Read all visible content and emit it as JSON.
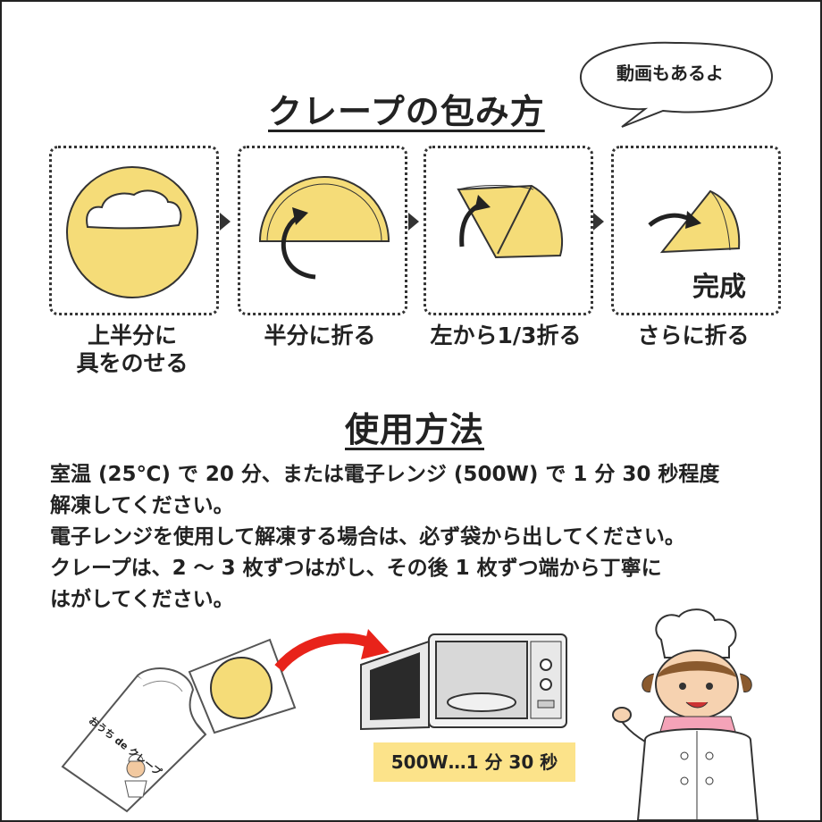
{
  "header": {
    "title": "クレープの包み方",
    "bubble_text": "動画もあるよ"
  },
  "steps": [
    {
      "label_lines": [
        "上半分に",
        "具をのせる"
      ]
    },
    {
      "label_lines": [
        "半分に折る"
      ]
    },
    {
      "label_lines": [
        "左から1/3折る"
      ]
    },
    {
      "label_lines": [
        "さらに折る"
      ],
      "badge": "完成"
    }
  ],
  "usage": {
    "title": "使用方法",
    "lines": [
      "室温 (25℃) で 20 分、または電子レンジ (500W) で 1 分 30 秒程度",
      "解凍してください。",
      "電子レンジを使用して解凍する場合は、必ず袋から出してください。",
      "クレープは、2 ～ 3 枚ずつはがし、その後 1 枚ずつ端から丁寧に",
      "はがしてください。"
    ]
  },
  "illustration": {
    "bag_label": "おうち de クレープ",
    "microwave_time": "500W…1 分 30 秒"
  },
  "colors": {
    "crepe": "#f5dc78",
    "crepe_outline": "#333333",
    "arrow_red": "#e8231a",
    "time_label_bg": "#fce38a"
  }
}
